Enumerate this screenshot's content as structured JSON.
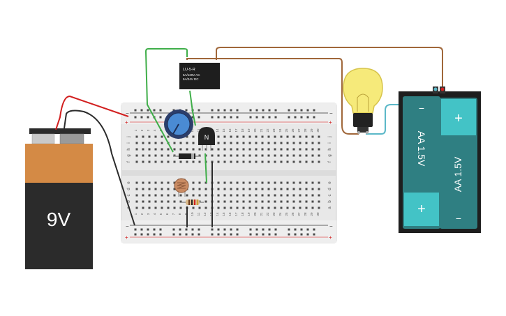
{
  "battery_9v": {
    "label": "9V"
  },
  "relay": {
    "model": "LU-5-R",
    "rating_ac": "5A/120V AC",
    "rating_dc": "5A/24V DC"
  },
  "transistor": {
    "label": "N"
  },
  "aa_pack": {
    "cells": [
      {
        "label": "AA 1.5V",
        "top_terminal": "−",
        "bottom_terminal": "+"
      },
      {
        "label": "AA 1.5V",
        "top_terminal": "+",
        "bottom_terminal": "−"
      }
    ]
  },
  "breadboard": {
    "rail_minus": "−",
    "rail_plus": "+",
    "rows_top": [
      "j",
      "i",
      "h",
      "g",
      "f"
    ],
    "rows_bottom": [
      "e",
      "d",
      "c",
      "b",
      "a"
    ],
    "column_numbers": [
      "1",
      "2",
      "3",
      "4",
      "5",
      "6",
      "7",
      "8",
      "9",
      "10",
      "11",
      "12",
      "13",
      "14",
      "15",
      "16",
      "17",
      "18",
      "19",
      "20",
      "21",
      "22",
      "23",
      "24",
      "25",
      "26",
      "27",
      "28",
      "29",
      "30"
    ]
  },
  "colors": {
    "wire_red": "#d21f1f",
    "wire_black": "#2b2b2b",
    "wire_green": "#3fae49",
    "wire_brown": "#a0673a",
    "wire_cyan": "#5bb8c8",
    "board": "#e8e8e8",
    "aa_cell": "#2f7f82",
    "aa_cell_light": "#43c3c6",
    "battery_orange": "#d48a45",
    "bulb_yellow": "#f6ea7a"
  }
}
